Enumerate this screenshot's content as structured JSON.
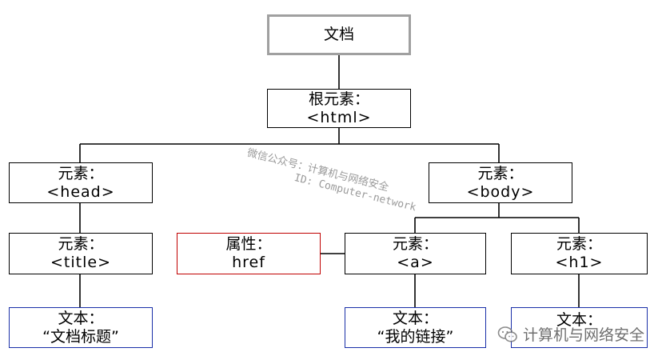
{
  "nodes": {
    "document": {
      "line1": "文档"
    },
    "html": {
      "line1": "根元素：",
      "line2": "<html>"
    },
    "head": {
      "line1": "元素：",
      "line2": "<head>"
    },
    "body": {
      "line1": "元素：",
      "line2": "<body>"
    },
    "title": {
      "line1": "元素：",
      "line2": "<title>"
    },
    "attr_href": {
      "line1": "属性：",
      "line2": "href"
    },
    "a": {
      "line1": "元素：",
      "line2": "<a>"
    },
    "h1": {
      "line1": "元素：",
      "line2": "<h1>"
    },
    "text_title": {
      "line1": "文本：",
      "line2": "“文档标题”"
    },
    "text_link": {
      "line1": "文本：",
      "line2": "“我的链接”"
    },
    "text_h1": {
      "line1": "文本："
    }
  },
  "watermark": {
    "line1": "微信公众号：计算机与网络安全",
    "line2": "ID: Computer-network",
    "brand": "计算机与网络安全"
  },
  "colors": {
    "document_border": "#a0a0a0",
    "attribute_border": "#c00000",
    "text_border": "#1a2fa8",
    "element_border": "#000000"
  }
}
